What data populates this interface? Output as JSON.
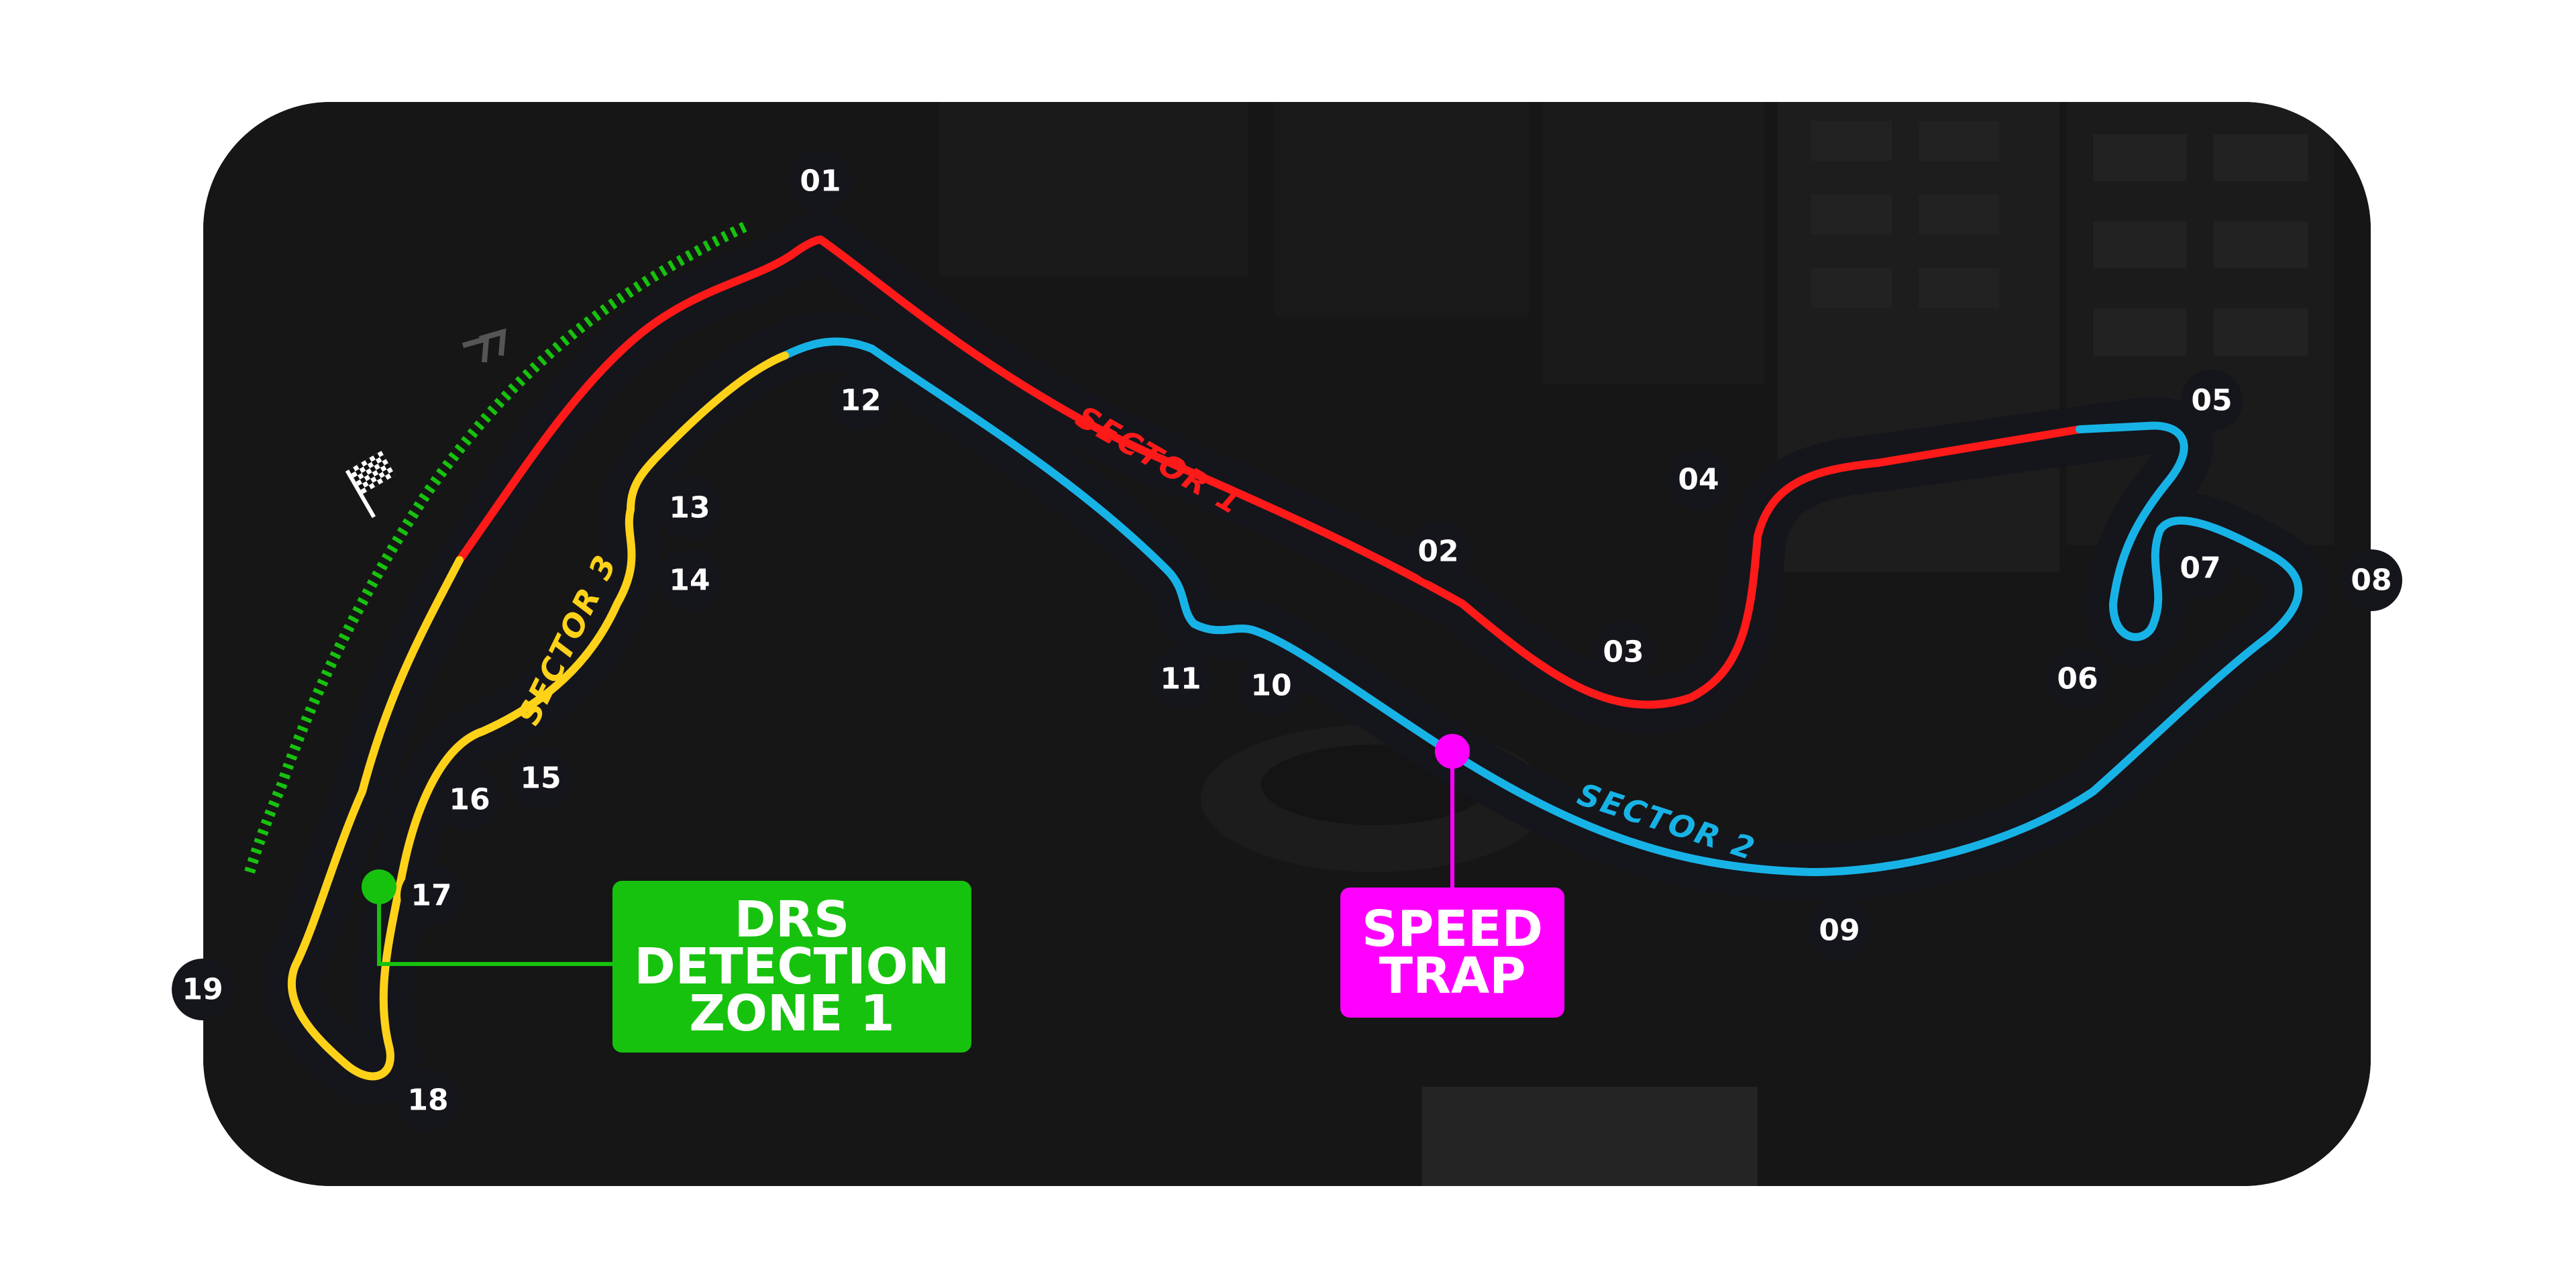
{
  "circuit": {
    "turns": [
      "01",
      "02",
      "03",
      "04",
      "05",
      "06",
      "07",
      "08",
      "09",
      "10",
      "11",
      "12",
      "13",
      "14",
      "15",
      "16",
      "17",
      "18",
      "19"
    ],
    "sectors": [
      {
        "label": "SECTOR 1",
        "color": "#ff1a1a"
      },
      {
        "label": "SECTOR 2",
        "color": "#18b3e6"
      },
      {
        "label": "SECTOR 3",
        "color": "#ffd21a"
      }
    ],
    "drs_zone": {
      "lines": [
        "DRS",
        "DETECTION",
        "ZONE 1"
      ],
      "color": "#17c20e"
    },
    "speed_trap": {
      "lines": [
        "SPEED",
        "TRAP"
      ],
      "color": "#ff00ff"
    },
    "start_finish_flag": "chequered-flag-icon",
    "colors": {
      "background": "#161616",
      "track_casing": "#15151c",
      "turn_badge": "#15151c"
    }
  }
}
